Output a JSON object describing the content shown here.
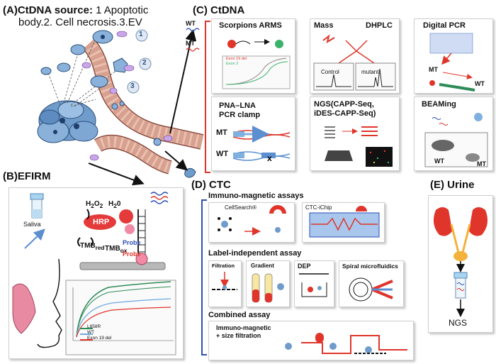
{
  "section_a": {
    "title_prefix": "(A)",
    "title_bold": "CtDNA source:",
    "title_rest": " 1 Apoptotic",
    "title_line2": "body.2. Cell necrosis.3.EV",
    "markers": [
      "1",
      "2",
      "3"
    ]
  },
  "section_b": {
    "title": "(B)EFIRM",
    "saliva": "Saliva",
    "hrp": "HRP",
    "h2o2_base": "H",
    "h2o_label": "H",
    "tmb_red": "TMB",
    "tmb_red_sub": "red",
    "tmb_ox": "TMB",
    "tmb_ox_sub": "ox",
    "probe1": "Probe",
    "probe2": "Probe",
    "legend": [
      "L858R",
      "WT",
      "Exon 19 del"
    ]
  },
  "section_c": {
    "title": "(C) CtDNA",
    "wt": "WT",
    "mt": "MT",
    "panels": {
      "scorpions": "Scorpions ARMS",
      "scorp_leg1": "Exon 19 del",
      "scorp_leg2": "Exon 2",
      "mass": "Mass",
      "dhplc": "DHPLC",
      "control": "Control",
      "mutant": "mutant",
      "digital": "Digital PCR",
      "digital_mt": "MT",
      "digital_wt": "WT",
      "pna_l1": "PNA–LNA",
      "pna_l2": "PCR clamp",
      "pna_mt": "MT",
      "pna_wt": "WT",
      "ngs_l1": "NGS(CAPP-Seq,",
      "ngs_l2": "iDES-CAPP-Seq)",
      "beaming": "BEAMing",
      "beam_wt": "WT",
      "beam_mt": "MT"
    }
  },
  "section_d": {
    "title": "(D) CTC",
    "immuno_title": "Immuno-magnetic assays",
    "cellsearch": "CellSearch®",
    "ctcichip": "CTC-iChip",
    "label_free_title": "Label-independent assay",
    "filtration": "Filtration",
    "gradient": "Gradient",
    "dep": "DEP",
    "spiral": "Spiral microfluidics",
    "combined_title": "Combined assay",
    "combined_l1": "Immuno-magnetic",
    "combined_l2": "+ size filtration"
  },
  "section_e": {
    "title": "(E) Urine",
    "ngs": "NGS"
  }
}
